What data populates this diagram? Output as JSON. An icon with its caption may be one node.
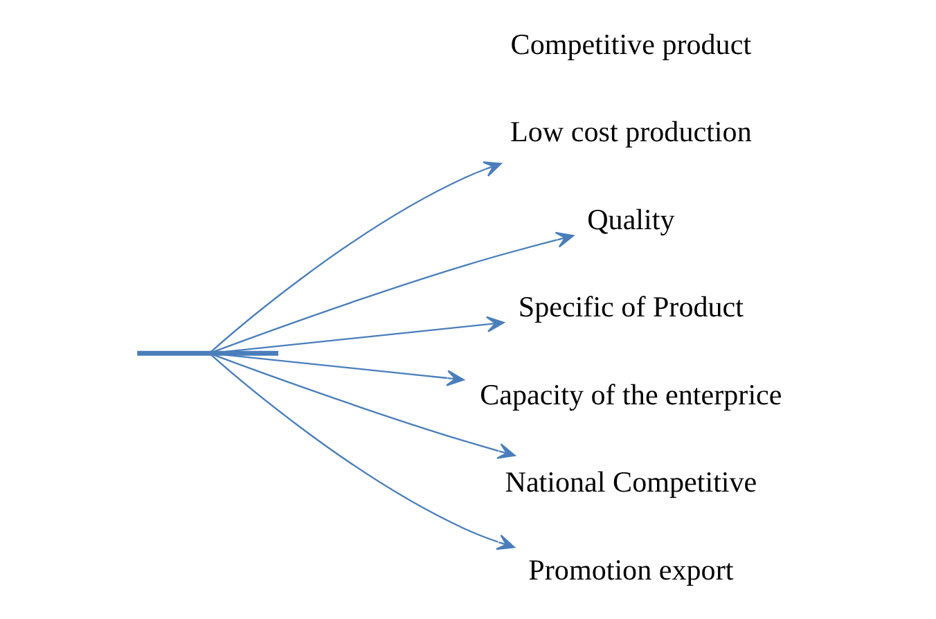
{
  "diagram": {
    "nodes": [
      {
        "text": [],
        "shape": "bar"
      },
      {
        "text": [
          "Low cost production"
        ]
      },
      {
        "text": [
          "Quality"
        ]
      },
      {
        "text": [
          "Specific of Product"
        ]
      },
      {
        "text": [
          "Competitive product"
        ]
      },
      {
        "text": [
          "Capacity of the enterprice"
        ]
      },
      {
        "text": [
          "National Competitive"
        ]
      },
      {
        "text": [
          "Promotion export"
        ]
      }
    ],
    "edges": [
      {
        "from": 0,
        "to": 1,
        "arrow": "to"
      },
      {
        "from": 0,
        "to": 2,
        "arrow": "to"
      },
      {
        "from": 0,
        "to": 3,
        "arrow": "to"
      },
      {
        "from": 0,
        "to": 5,
        "arrow": "to"
      },
      {
        "from": 0,
        "to": 6,
        "arrow": "to"
      },
      {
        "from": 0,
        "to": 7,
        "arrow": "to"
      }
    ]
  }
}
